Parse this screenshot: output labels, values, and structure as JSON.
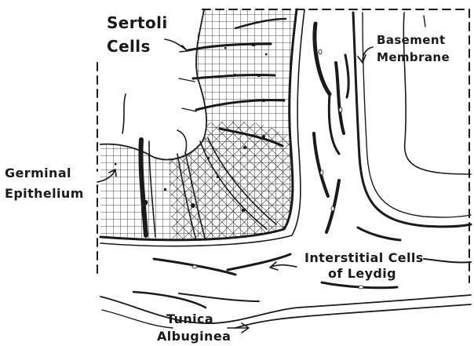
{
  "labels": {
    "sertoli_cells": [
      "Sertoli",
      "Cells"
    ],
    "basement_membrane": [
      "Basement",
      "Membrane"
    ],
    "germinal_epithelium": [
      "Germinal",
      "Epithelium"
    ],
    "interstitial_cells": [
      "Interstitial Cells",
      "of Leydig"
    ],
    "tunica_albuginea": [
      "Tunica",
      "Albuginea"
    ]
  },
  "colors": {
    "ink": "#1a1a1a",
    "background": "#ffffff"
  }
}
